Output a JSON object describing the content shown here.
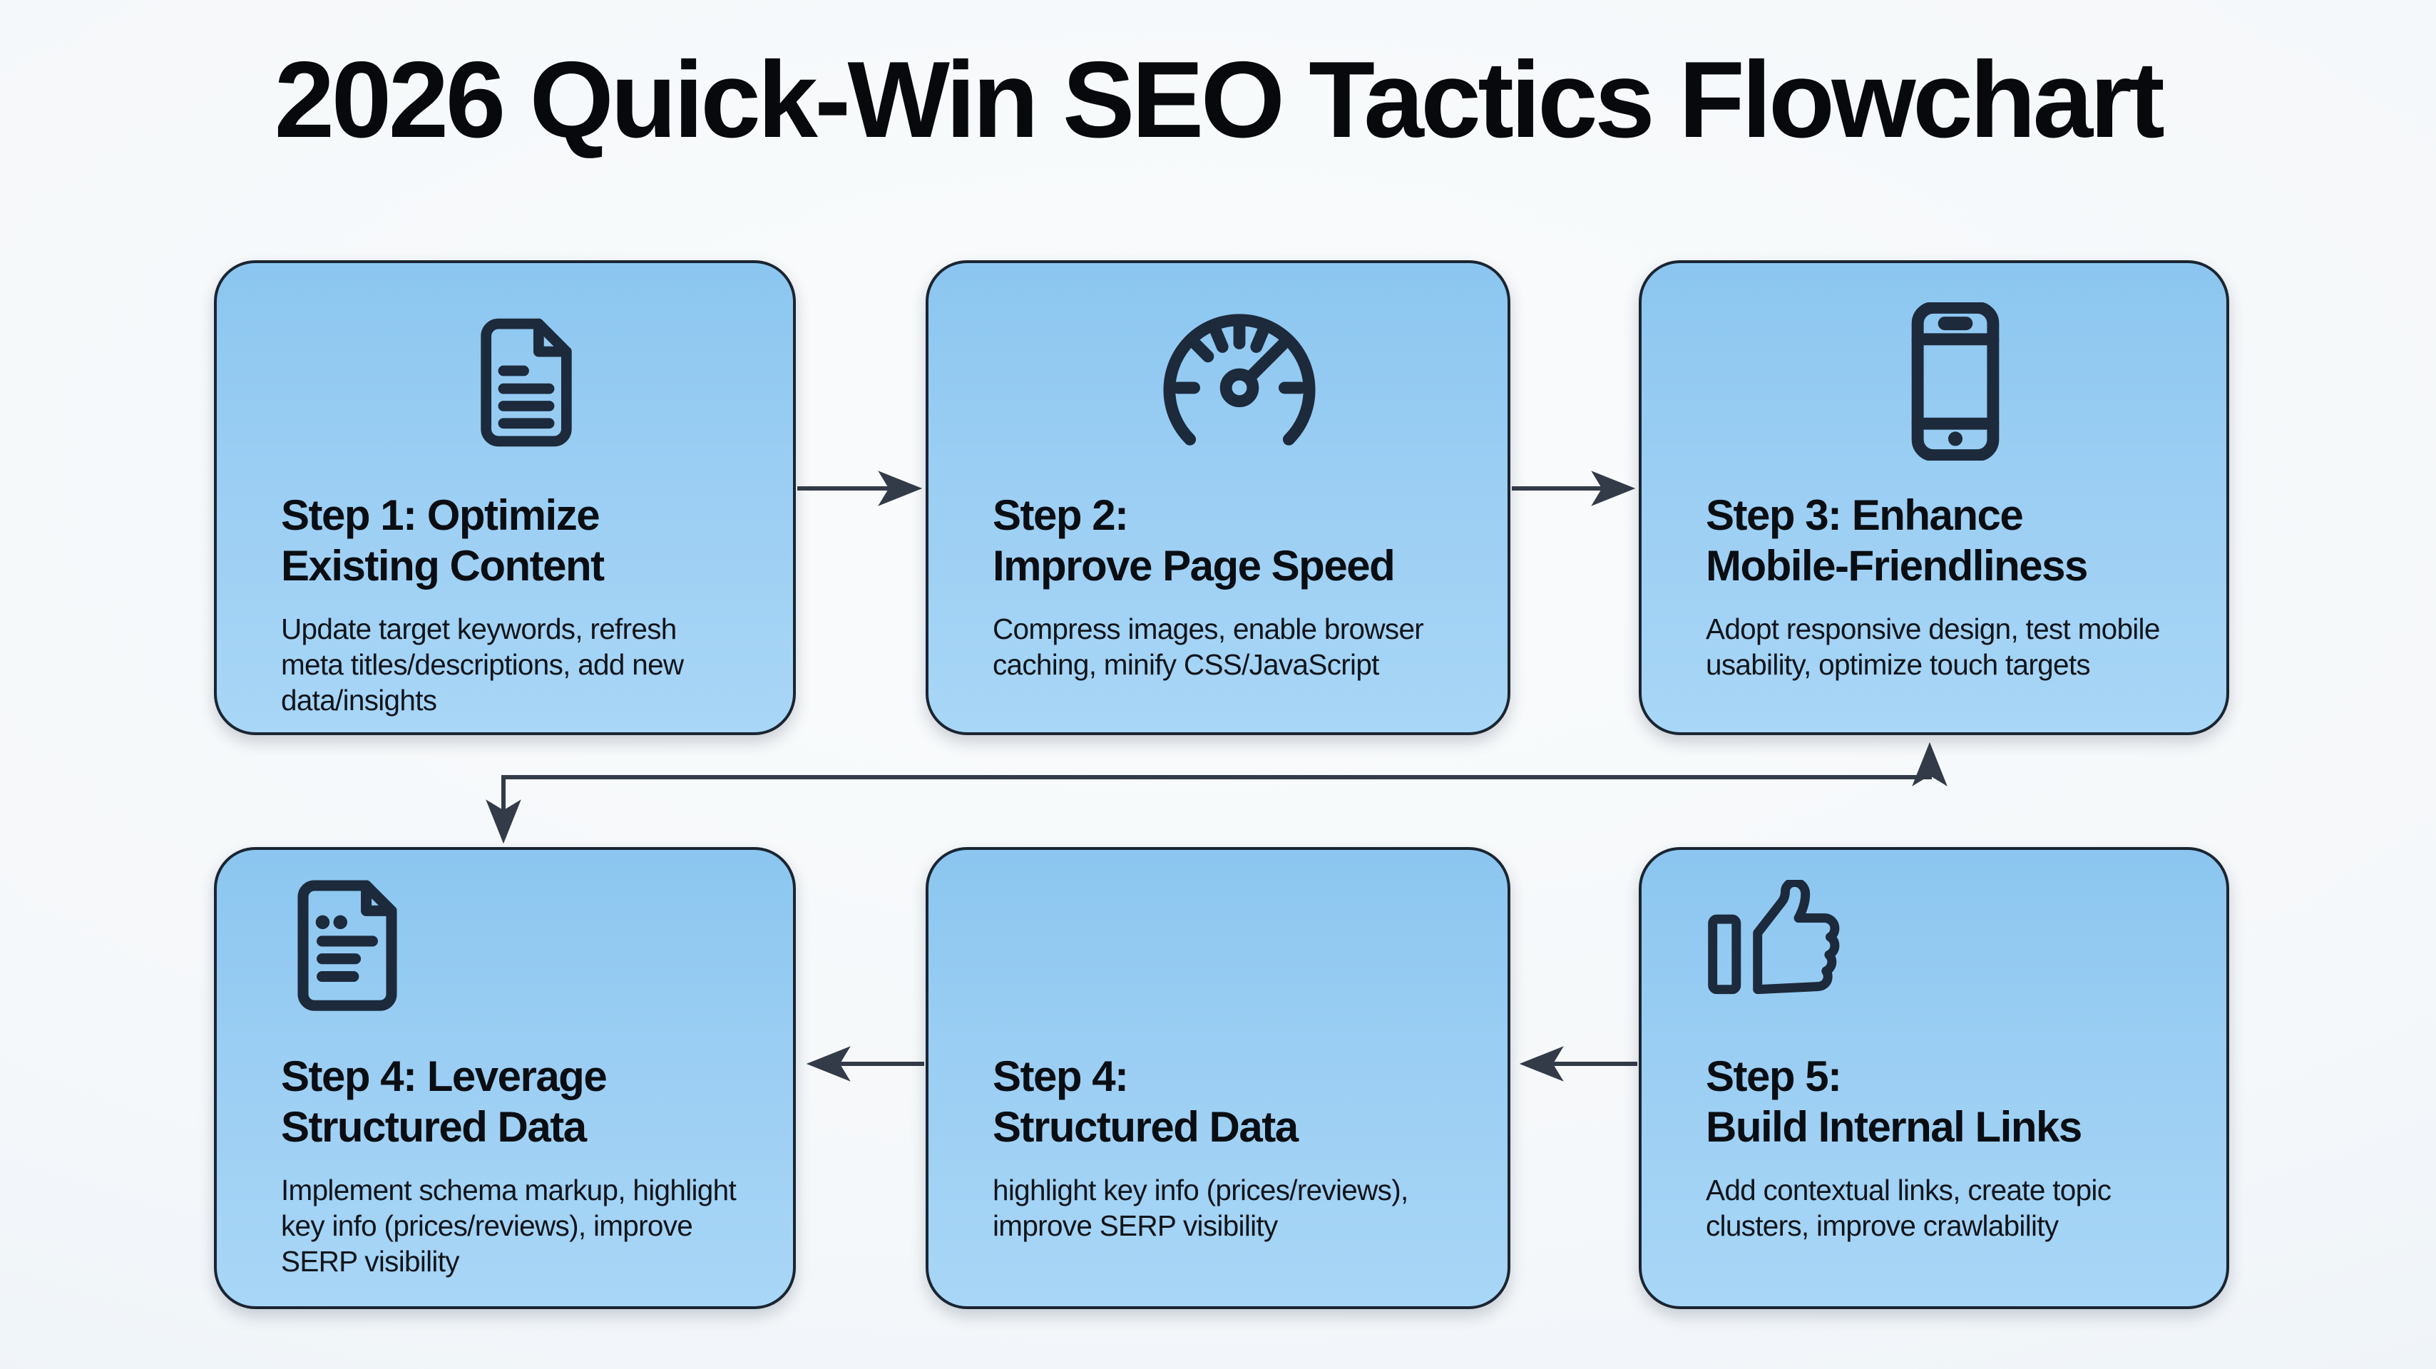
{
  "title": "2026 Quick-Win SEO Tactics Flowchart",
  "palette": {
    "box_fill_top": "#8bc6f0",
    "box_fill_bottom": "#a8d6f6",
    "box_border": "#1a2531",
    "arrow": "#333b48",
    "heading_text": "#0a0e13",
    "body_text": "#10151b",
    "background_center": "#f9fbfc",
    "background_edge": "#d9e6f3"
  },
  "steps": [
    {
      "id": "step-1",
      "icon": "file-text-icon",
      "heading": "Step 1: Optimize\nExisting Content",
      "body": "Update target keywords, refresh meta titles/descriptions, add new data/insights"
    },
    {
      "id": "step-2",
      "icon": "speedometer-icon",
      "heading": "Step 2:\nImprove Page Speed",
      "body": "Compress images, enable browser caching, minify CSS/JavaScript"
    },
    {
      "id": "step-3",
      "icon": "smartphone-icon",
      "heading": "Step 3: Enhance\nMobile-Friendliness",
      "body": "Adopt responsive design, test mobile usability, optimize touch targets"
    },
    {
      "id": "step-4-leverage",
      "icon": "file-lines-icon",
      "heading": "Step 4: Leverage\nStructured Data",
      "body": "Implement schema markup, highlight key info (prices/reviews), improve SERP visibility"
    },
    {
      "id": "step-4-structured",
      "icon": null,
      "heading": "Step 4:\nStructured Data",
      "body": "highlight key info (prices/reviews), improve SERP visibility"
    },
    {
      "id": "step-5",
      "icon": "thumbs-up-icon",
      "heading": "Step 5:\nBuild Internal Links",
      "body": "Add contextual links, create topic clusters, improve crawlability"
    }
  ],
  "connections": [
    {
      "from": "Step 1: Optimize Existing Content",
      "to": "Step 2: Improve Page Speed",
      "direction": "right"
    },
    {
      "from": "Step 2: Improve Page Speed",
      "to": "Step 3: Enhance Mobile-Friendliness",
      "direction": "right"
    },
    {
      "from": "Step 3: Enhance Mobile-Friendliness (bottom)",
      "to": "Step 4: Leverage Structured Data (top)",
      "direction": "elbow-double-arrowheads"
    },
    {
      "from": "Step 5: Build Internal Links",
      "to": "Step 4: Structured Data",
      "direction": "left"
    },
    {
      "from": "Step 4: Structured Data",
      "to": "Step 4: Leverage Structured Data",
      "direction": "left"
    }
  ]
}
